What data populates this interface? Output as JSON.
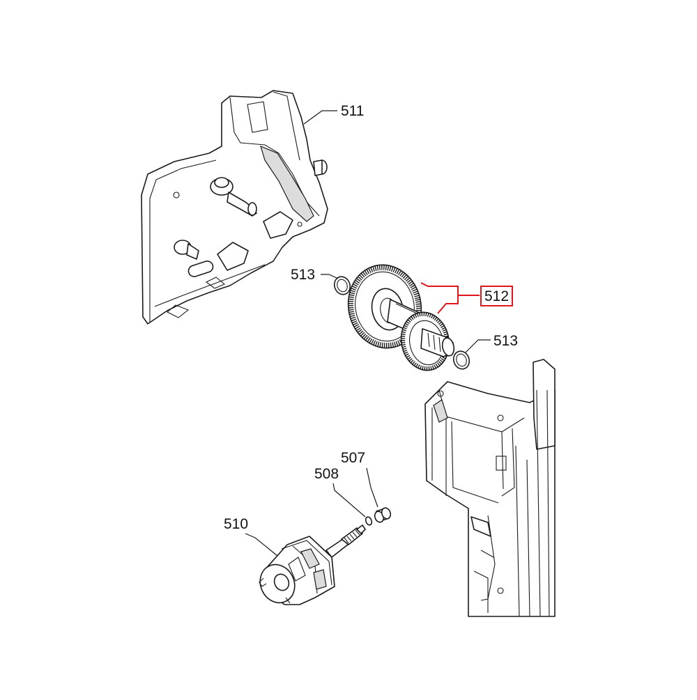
{
  "callouts": {
    "c511": "511",
    "c512": "512",
    "c513_left": "513",
    "c513_right": "513",
    "c510": "510",
    "c508": "508",
    "c507": "507"
  },
  "highlight": {
    "part": "512",
    "color": "#e0161b"
  }
}
